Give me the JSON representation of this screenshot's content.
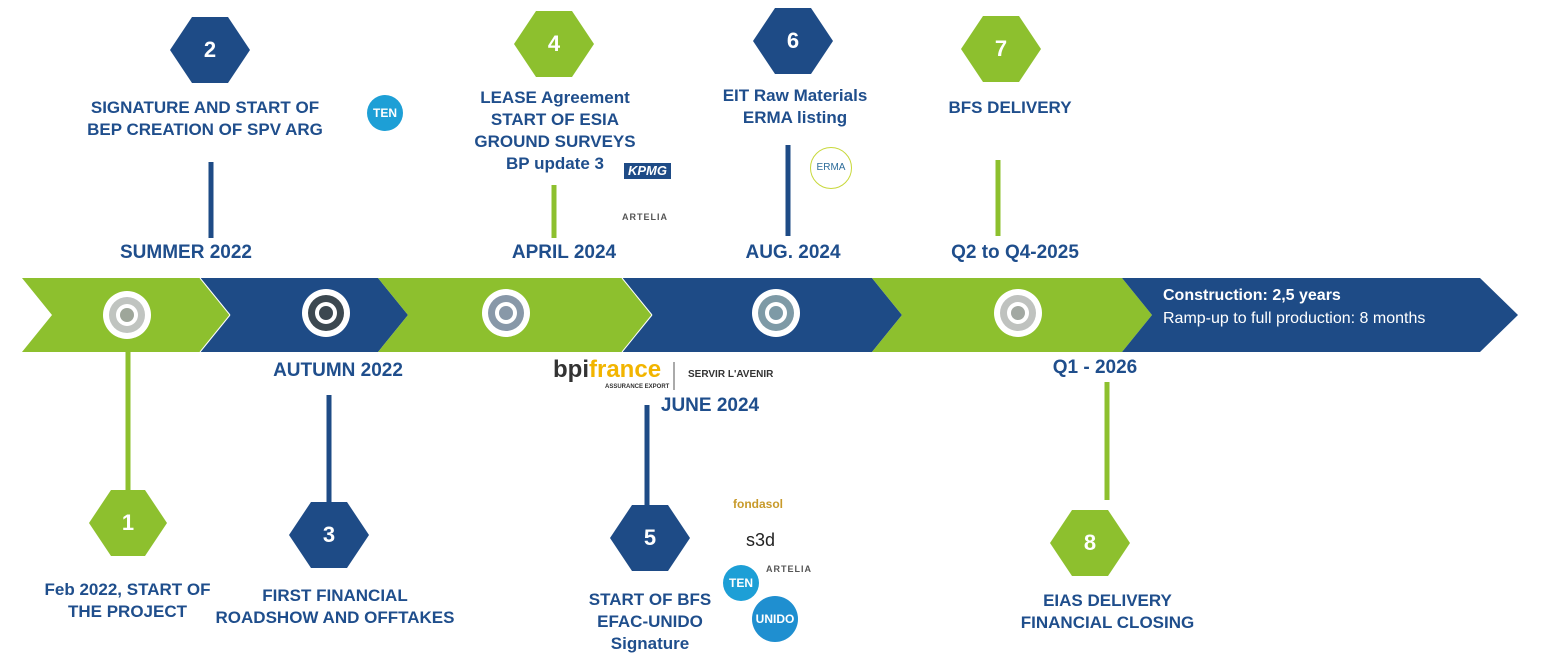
{
  "colors": {
    "navy": "#1e4b86",
    "green": "#8dc02e",
    "text": "#1f4e8c"
  },
  "milestones": [
    {
      "number": "1",
      "date": "",
      "lines": [
        "Feb 2022, START OF",
        "THE PROJECT"
      ]
    },
    {
      "number": "2",
      "date": "SUMMER 2022",
      "lines": [
        "SIGNATURE AND START OF",
        "BEP CREATION OF SPV ARG"
      ]
    },
    {
      "number": "3",
      "date": "AUTUMN 2022",
      "lines": [
        "FIRST  FINANCIAL",
        "ROADSHOW AND OFFTAKES"
      ]
    },
    {
      "number": "4",
      "date": "APRIL 2024",
      "lines": [
        "LEASE Agreement",
        "START OF ESIA",
        "GROUND SURVEYS",
        "BP update 3"
      ]
    },
    {
      "number": "5",
      "date": "JUNE 2024",
      "lines": [
        "START OF BFS",
        "EFAC-UNIDO",
        "Signature"
      ]
    },
    {
      "number": "6",
      "date": "AUG. 2024",
      "lines": [
        "EIT Raw Materials",
        "ERMA listing"
      ]
    },
    {
      "number": "7",
      "date": "Q2 to Q4-2025",
      "lines": [
        "BFS DELIVERY"
      ]
    },
    {
      "number": "8",
      "date": "Q1 - 2026",
      "lines": [
        "EIAS DELIVERY",
        "FINANCIAL CLOSING"
      ]
    }
  ],
  "final_arrow": {
    "line1": "Construction: 2,5 years",
    "line2": "Ramp-up to full production: 8 months"
  },
  "logos": {
    "ten": "TEN",
    "kpmg": "KPMG",
    "artelia": "ARTELIA",
    "erma": "ERMA",
    "bpi": "bpi",
    "france": "france",
    "assurance": "ASSURANCE EXPORT",
    "servir": "SERVIR L'AVENIR",
    "fondasol": "fondasol",
    "s3d": "s3d",
    "unido": "UNIDO"
  }
}
